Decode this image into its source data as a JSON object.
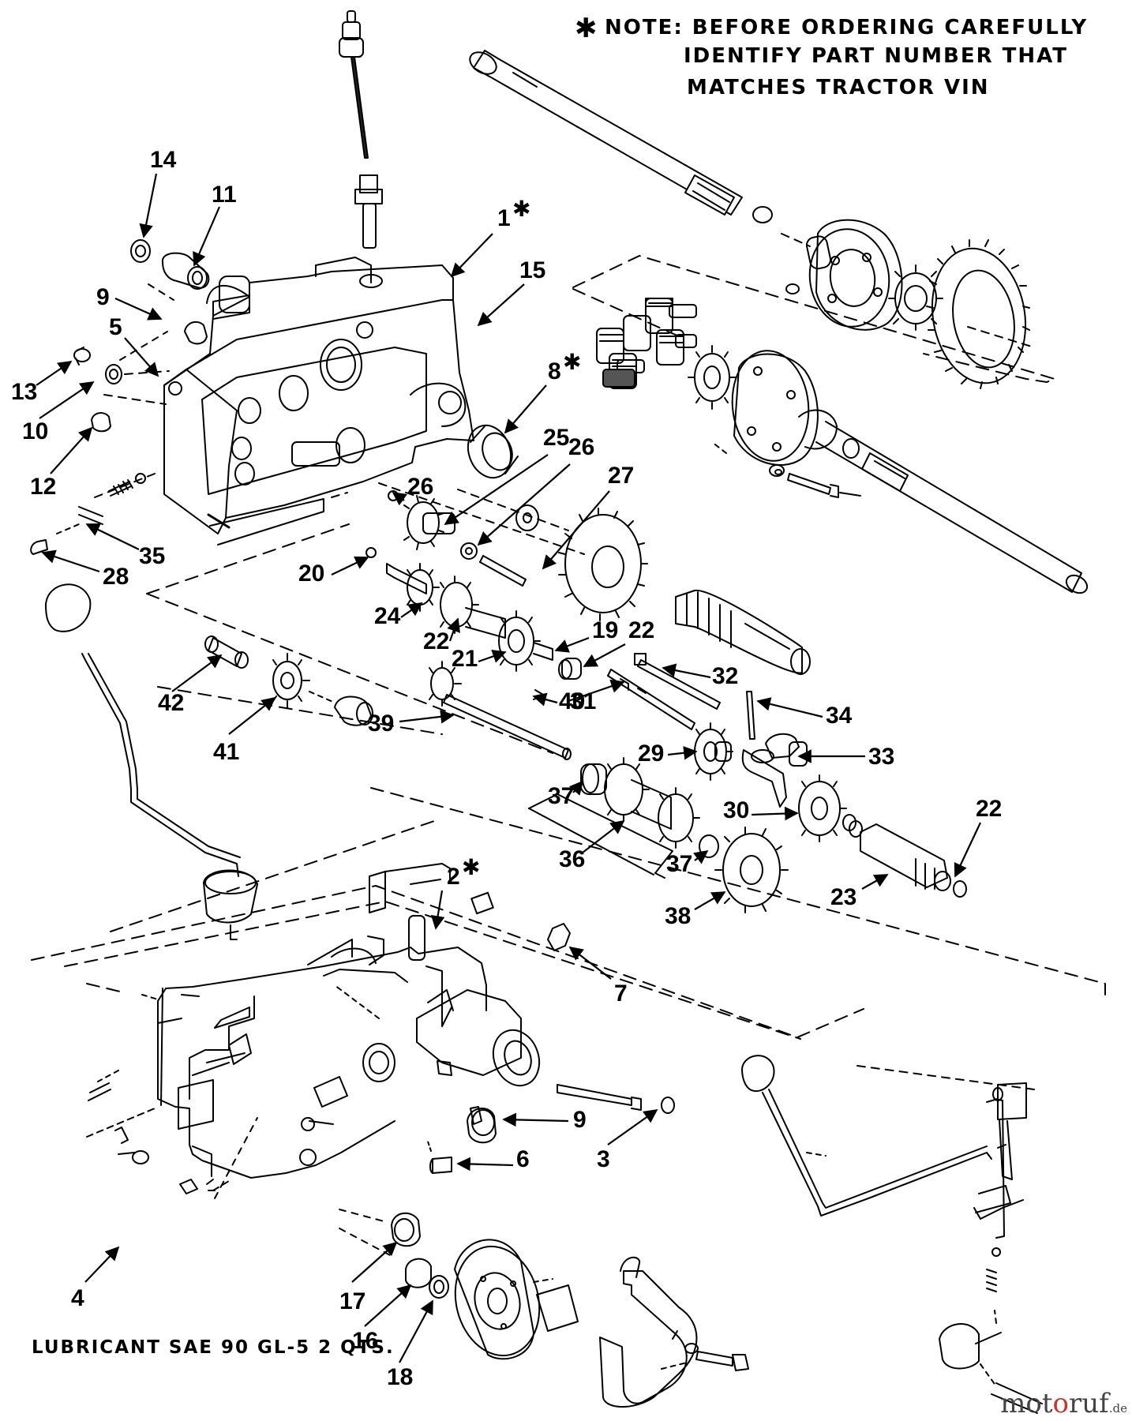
{
  "note": {
    "star": "✱",
    "line1": "NOTE: BEFORE ORDERING CAREFULLY",
    "line2": "IDENTIFY PART NUMBER THAT",
    "line3": "MATCHES TRACTOR VIN"
  },
  "lubricant": "LUBRICANT SAE  90 GL-5 2 QTS.",
  "watermark": {
    "prefix": "mot",
    "dot": "o",
    "suffix": "ruf",
    "tld": ".de"
  },
  "callouts": [
    {
      "id": "callout-1",
      "label": "1",
      "star": "✱"
    },
    {
      "id": "callout-2",
      "label": "2",
      "star": "✱"
    },
    {
      "id": "callout-3",
      "label": "3",
      "star": ""
    },
    {
      "id": "callout-4",
      "label": "4",
      "star": ""
    },
    {
      "id": "callout-5",
      "label": "5",
      "star": ""
    },
    {
      "id": "callout-6",
      "label": "6",
      "star": ""
    },
    {
      "id": "callout-7",
      "label": "7",
      "star": ""
    },
    {
      "id": "callout-8",
      "label": "8",
      "star": "✱"
    },
    {
      "id": "callout-9a",
      "label": "9",
      "star": ""
    },
    {
      "id": "callout-9b",
      "label": "9",
      "star": ""
    },
    {
      "id": "callout-10",
      "label": "10",
      "star": ""
    },
    {
      "id": "callout-11",
      "label": "11",
      "star": ""
    },
    {
      "id": "callout-12",
      "label": "12",
      "star": ""
    },
    {
      "id": "callout-13",
      "label": "13",
      "star": ""
    },
    {
      "id": "callout-14",
      "label": "14",
      "star": ""
    },
    {
      "id": "callout-15",
      "label": "15",
      "star": ""
    },
    {
      "id": "callout-16",
      "label": "16",
      "star": ""
    },
    {
      "id": "callout-17",
      "label": "17",
      "star": ""
    },
    {
      "id": "callout-18",
      "label": "18",
      "star": ""
    },
    {
      "id": "callout-19",
      "label": "19",
      "star": ""
    },
    {
      "id": "callout-20",
      "label": "20",
      "star": ""
    },
    {
      "id": "callout-21",
      "label": "21",
      "star": ""
    },
    {
      "id": "callout-22a",
      "label": "22",
      "star": ""
    },
    {
      "id": "callout-22b",
      "label": "22",
      "star": ""
    },
    {
      "id": "callout-22c",
      "label": "22",
      "star": ""
    },
    {
      "id": "callout-23",
      "label": "23",
      "star": ""
    },
    {
      "id": "callout-24",
      "label": "24",
      "star": ""
    },
    {
      "id": "callout-25",
      "label": "25",
      "star": ""
    },
    {
      "id": "callout-26a",
      "label": "26",
      "star": ""
    },
    {
      "id": "callout-26b",
      "label": "26",
      "star": ""
    },
    {
      "id": "callout-27",
      "label": "27",
      "star": ""
    },
    {
      "id": "callout-28",
      "label": "28",
      "star": ""
    },
    {
      "id": "callout-29",
      "label": "29",
      "star": ""
    },
    {
      "id": "callout-30",
      "label": "30",
      "star": ""
    },
    {
      "id": "callout-31",
      "label": "31",
      "star": ""
    },
    {
      "id": "callout-32",
      "label": "32",
      "star": ""
    },
    {
      "id": "callout-33",
      "label": "33",
      "star": ""
    },
    {
      "id": "callout-34",
      "label": "34",
      "star": ""
    },
    {
      "id": "callout-35",
      "label": "35",
      "star": ""
    },
    {
      "id": "callout-36",
      "label": "36",
      "star": ""
    },
    {
      "id": "callout-37a",
      "label": "37",
      "star": ""
    },
    {
      "id": "callout-37b",
      "label": "37",
      "star": ""
    },
    {
      "id": "callout-38",
      "label": "38",
      "star": ""
    },
    {
      "id": "callout-39",
      "label": "39",
      "star": ""
    },
    {
      "id": "callout-40",
      "label": "40",
      "star": ""
    },
    {
      "id": "callout-41",
      "label": "41",
      "star": ""
    },
    {
      "id": "callout-42",
      "label": "42",
      "star": ""
    }
  ]
}
